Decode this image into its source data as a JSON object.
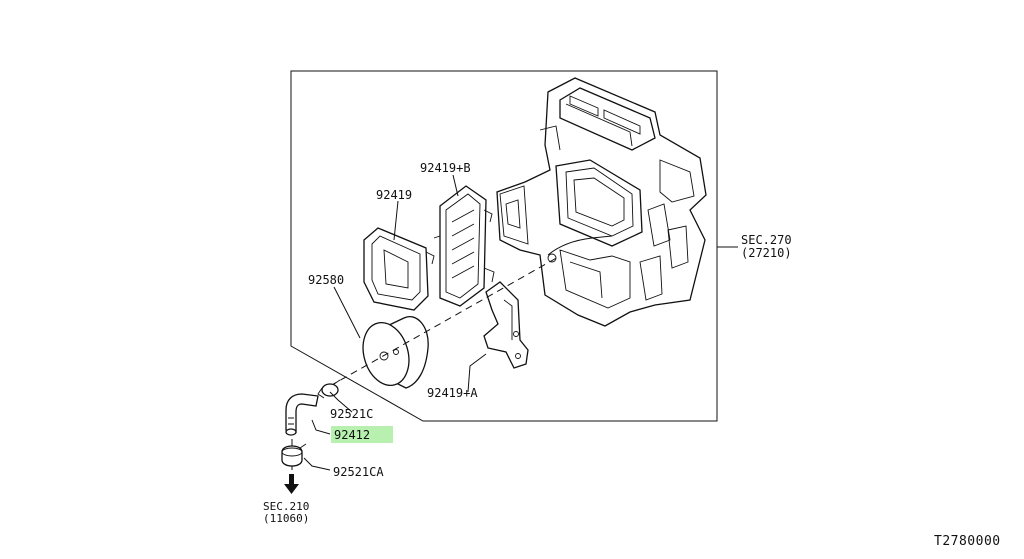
{
  "labels": {
    "p92419b": "92419+B",
    "p92419": "92419",
    "p92580": "92580",
    "p92419a": "92419+A",
    "p92521c": "92521C",
    "p92412": "92412",
    "p92521ca": "92521CA",
    "sec270_line1": "SEC.270",
    "sec270_line2": "(27210)",
    "sec210_line1": "SEC.210",
    "sec210_line2": "(11060)",
    "diagram_code": "T2780000"
  },
  "highlight": {
    "part": "92412",
    "color": "#b8f0b0"
  },
  "colors": {
    "line": "#111111",
    "background": "#ffffff"
  }
}
